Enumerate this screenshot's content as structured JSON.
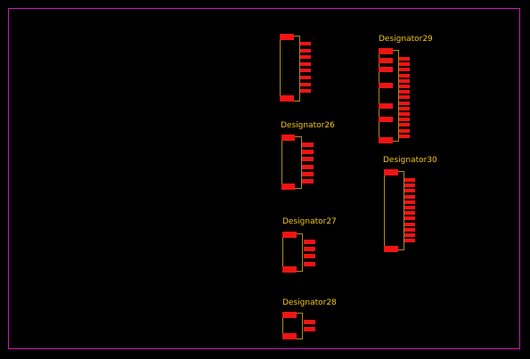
{
  "board": {
    "outline_color": "#c71bb8",
    "background": "#000000"
  },
  "colors": {
    "pad": "#f01414",
    "body_outline": "#b08a1c",
    "designator_text": "#f5c518"
  },
  "components": [
    {
      "id": "unlabeled-top",
      "designator": "",
      "signal_pads": 8
    },
    {
      "id": "Designator26",
      "designator": "Designator26",
      "signal_pads": 6
    },
    {
      "id": "Designator27",
      "designator": "Designator27",
      "signal_pads": 4
    },
    {
      "id": "Designator28",
      "designator": "Designator28",
      "signal_pads": 2
    },
    {
      "id": "Designator29",
      "designator": "Designator29",
      "signal_pads": 15
    },
    {
      "id": "Designator30",
      "designator": "Designator30",
      "signal_pads": 12
    }
  ]
}
